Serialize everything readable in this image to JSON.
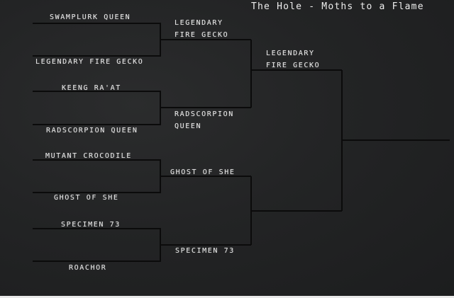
{
  "title": "The Hole - Moths to a Flame",
  "round1": [
    "Swamplurk Queen",
    "Legendary Fire Gecko",
    "Keeng Ra'at",
    "Radscorpion Queen",
    "Mutant Crocodile",
    "Ghost of She",
    "Specimen 73",
    "Roachor"
  ],
  "round2": [
    "Legendary\nFire Gecko",
    "Radscorpion\nQueen",
    "Ghost of She",
    "Specimen 73"
  ],
  "round3": [
    "Legendary\nFire Gecko",
    ""
  ],
  "colors": {
    "board": "#232425",
    "chalk": "#e6e6e6",
    "bracket_line": "#0b0b0b"
  }
}
